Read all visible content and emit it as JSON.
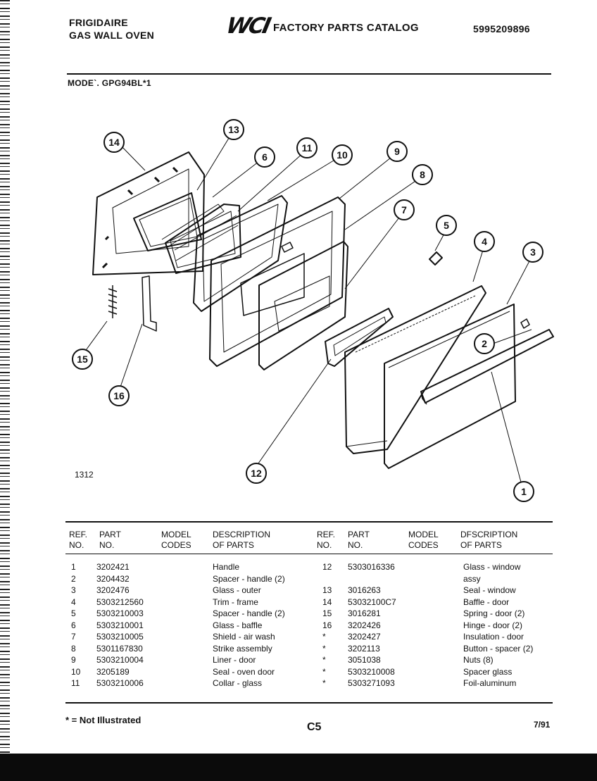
{
  "header": {
    "brand": "FRIGIDAIRE",
    "product": "GAS WALL OVEN",
    "logo": "WCI",
    "catalog_title": "FACTORY PARTS CATALOG",
    "catalog_number": "5995209896",
    "model_line": "MODE`. GPG94BL*1"
  },
  "diagram": {
    "figure_number": "1312",
    "callouts": [
      "1",
      "2",
      "3",
      "4",
      "5",
      "6",
      "7",
      "8",
      "9",
      "10",
      "11",
      "12",
      "13",
      "14",
      "15",
      "16"
    ]
  },
  "parts_table": {
    "headers": {
      "ref_no": "REF.\nNO.",
      "part_no": "PART\nNO.",
      "model_codes": "MODEL\nCODES",
      "description": "DESCRIPTION\nOF PARTS",
      "ref_no_r": "REF.\nNO.",
      "part_no_r": "PART\nNO.",
      "model_codes_r": "MODEL\nCODES",
      "description_r": "DFSCRIPTION\nOF PARTS"
    },
    "left_rows": [
      {
        "ref": "1",
        "part": "3202421",
        "desc": "Handle"
      },
      {
        "ref": "2",
        "part": "3204432",
        "desc": "Spacer - handle (2)"
      },
      {
        "ref": "3",
        "part": "3202476",
        "desc": "Glass - outer"
      },
      {
        "ref": "4",
        "part": "5303212560",
        "desc": "Trim - frame"
      },
      {
        "ref": "5",
        "part": "5303210003",
        "desc": "Spacer - handle (2)"
      },
      {
        "ref": "6",
        "part": "5303210001",
        "desc": "Glass - baffle"
      },
      {
        "ref": "7",
        "part": "5303210005",
        "desc": "Shield - air wash"
      },
      {
        "ref": "8",
        "part": "5301167830",
        "desc": "Strike assembly"
      },
      {
        "ref": "9",
        "part": "5303210004",
        "desc": "Liner - door"
      },
      {
        "ref": "10",
        "part": "3205189",
        "desc": "Seal - oven door"
      },
      {
        "ref": "11",
        "part": "5303210006",
        "desc": "Collar - glass"
      }
    ],
    "right_rows": [
      {
        "ref": "12",
        "part": "5303016336",
        "desc": "Glass - window"
      },
      {
        "ref": "",
        "part": "",
        "desc": "assy"
      },
      {
        "ref": "13",
        "part": "3016263",
        "desc": "Seal - window"
      },
      {
        "ref": "14",
        "part": "53032100C7",
        "desc": "Baffle - door"
      },
      {
        "ref": "15",
        "part": "3016281",
        "desc": "Spring - door (2)"
      },
      {
        "ref": "16",
        "part": "3202426",
        "desc": "Hinge - door (2)"
      },
      {
        "ref": "*",
        "part": "3202427",
        "desc": "Insulation - door"
      },
      {
        "ref": "*",
        "part": "3202113",
        "desc": "Button - spacer (2)"
      },
      {
        "ref": "*",
        "part": "3051038",
        "desc": "Nuts (8)"
      },
      {
        "ref": "*",
        "part": "5303210008",
        "desc": "Spacer glass"
      },
      {
        "ref": "*",
        "part": "5303271093",
        "desc": "Foil-aluminum"
      }
    ]
  },
  "footer": {
    "note": "* = Not Illustrated",
    "page_code": "C5",
    "date": "7/91"
  }
}
